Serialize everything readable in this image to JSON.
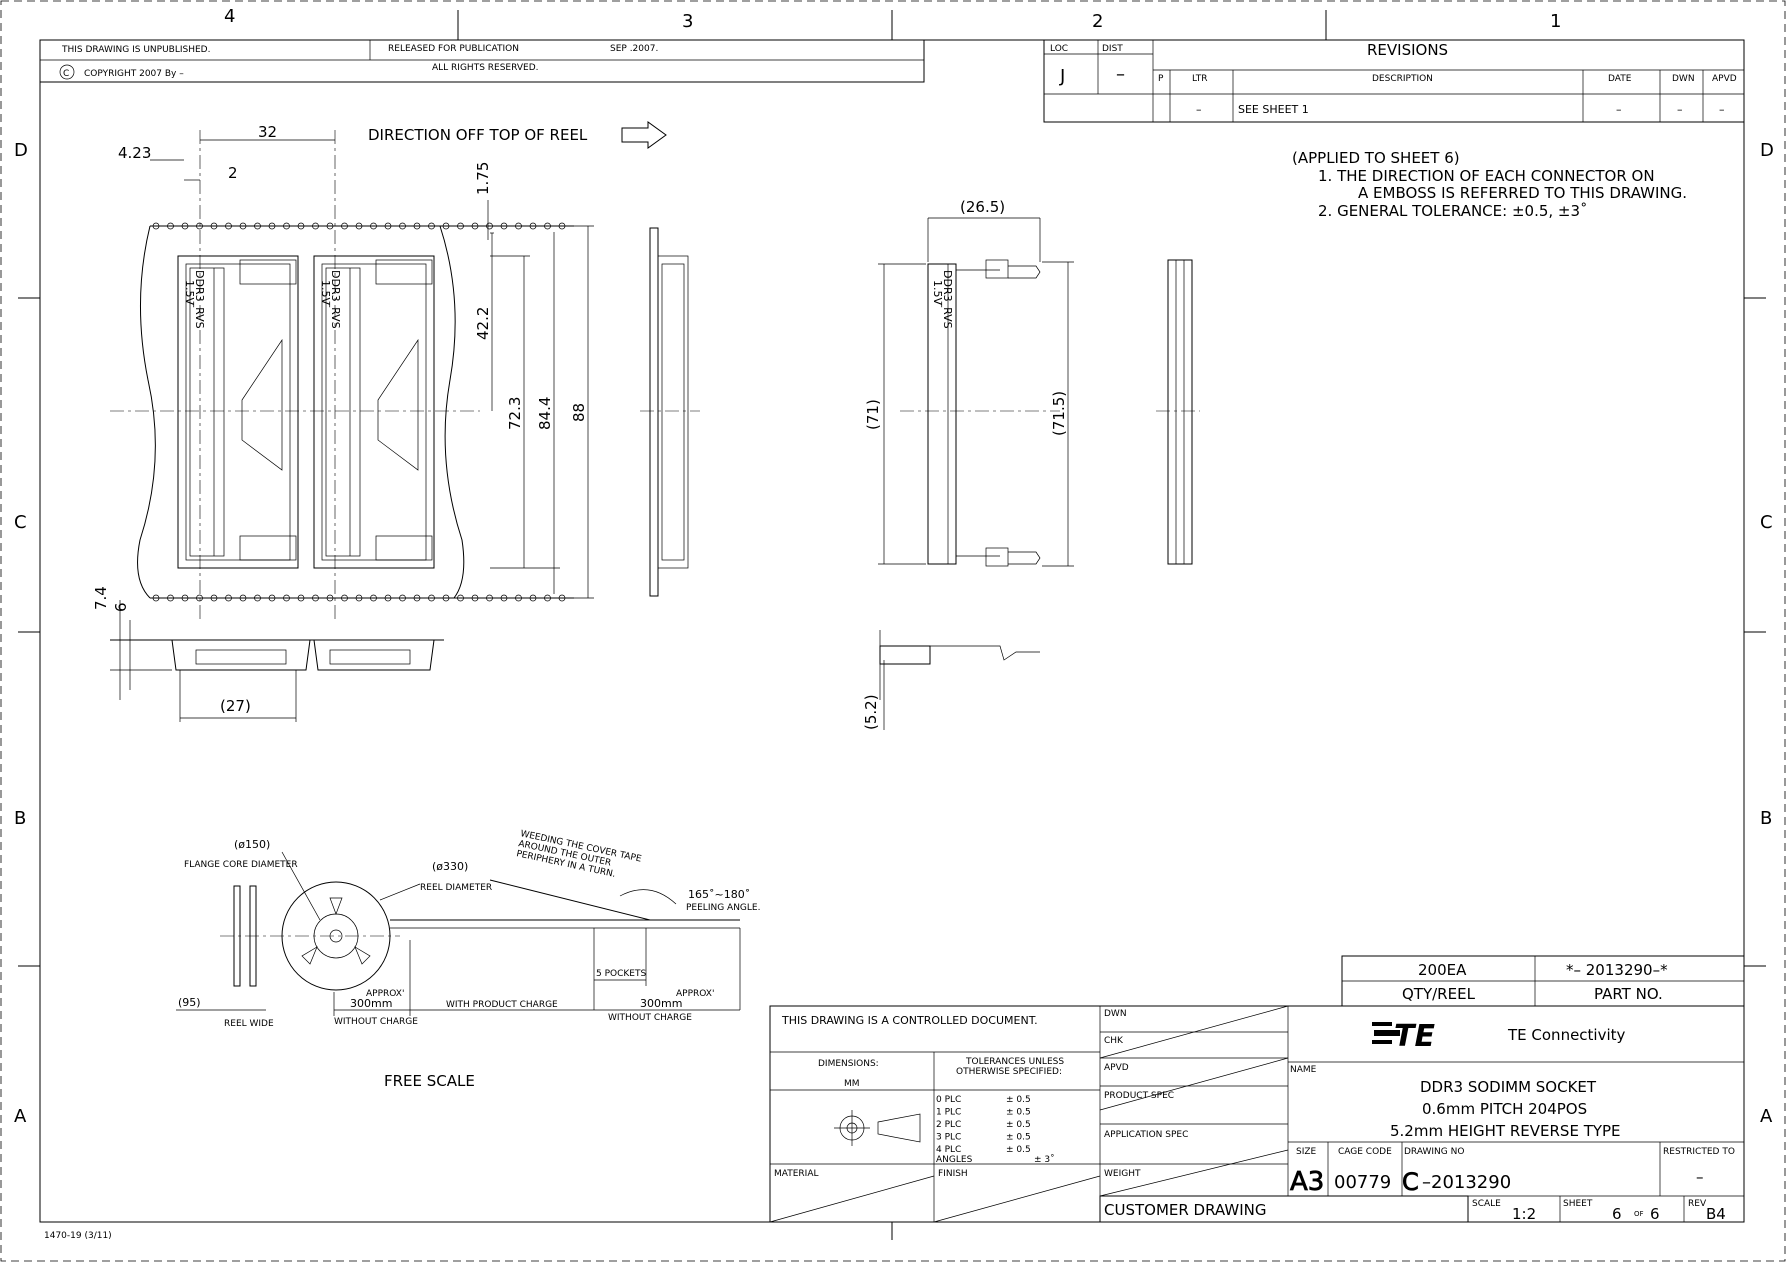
{
  "zones": {
    "top": [
      "4",
      "3",
      "2",
      "1"
    ],
    "side": [
      "D",
      "C",
      "B",
      "A"
    ]
  },
  "header": {
    "unpublished": "THIS DRAWING IS UNPUBLISHED.",
    "released": "RELEASED FOR PUBLICATION",
    "release_date": "SEP .2007.",
    "copyright": "COPYRIGHT  2007  By –",
    "rights": "ALL RIGHTS RESERVED.",
    "copyright_symbol": "C"
  },
  "revisions": {
    "title": "REVISIONS",
    "loc_label": "LOC",
    "loc_value": "J",
    "dist_label": "DIST",
    "dist_value": "–",
    "columns": [
      "P",
      "LTR",
      "DESCRIPTION",
      "DATE",
      "DWN",
      "APVD"
    ],
    "row": [
      "",
      "–",
      "SEE SHEET 1",
      "–",
      "–",
      "–"
    ]
  },
  "notes": {
    "heading": "(APPLIED TO SHEET 6)",
    "line1": "1. THE DIRECTION OF EACH CONNECTOR ON",
    "line1b": "A EMBOSS IS REFERRED TO THIS DRAWING.",
    "line2": "2. GENERAL TOLERANCE: ±0.5, ±3˚"
  },
  "views": {
    "direction": "DIRECTION OFF TOP OF REEL",
    "reel_dims": {
      "d32": "32",
      "d423": "4.23",
      "d2": "2",
      "d175": "1.75",
      "d422": "42.2",
      "d723": "72.3",
      "d844": "84.4",
      "d88": "88",
      "d74": "7.4",
      "d6": "6",
      "d27": "(27)"
    },
    "conn_dims": {
      "d265": "(26.5)",
      "d71": "(71)",
      "d715": "(71.5)",
      "d52": "(5.2)"
    },
    "part_label": "DDR3_RVS",
    "part_label2": "1.5V"
  },
  "reel": {
    "d150": "(ø150)",
    "flange": "FLANGE CORE DIAMETER",
    "d330": "(ø330)",
    "reel_diameter": "REEL DIAMETER",
    "weeding1": "WEEDING THE COVER TAPE",
    "weeding2": "AROUND THE OUTER",
    "weeding3": "PERIPHERY IN A TURN.",
    "angle": "165˚~180˚",
    "peeling": "PEELING ANGLE.",
    "pockets": "5 POCKETS",
    "d95": "(95)",
    "reel_wide": "REEL WIDE",
    "approx": "APPROX'",
    "len300": "300mm",
    "without_charge": "WITHOUT CHARGE",
    "with_product": "WITH PRODUCT CHARGE",
    "free_scale": "FREE SCALE"
  },
  "title_block": {
    "qty_value": "200EA",
    "part_value": "*– 2013290–*",
    "qty_label": "QTY/REEL",
    "part_label": "PART NO.",
    "controlled": "THIS DRAWING IS A CONTROLLED DOCUMENT.",
    "dimensions": "DIMENSIONS:",
    "units": "MM",
    "tol_head1": "TOLERANCES UNLESS",
    "tol_head2": "OTHERWISE SPECIFIED:",
    "tol_rows": [
      {
        "k": "0  PLC",
        "v": "± 0.5"
      },
      {
        "k": "1  PLC",
        "v": "± 0.5"
      },
      {
        "k": "2  PLC",
        "v": "± 0.5"
      },
      {
        "k": "3  PLC",
        "v": "± 0.5"
      },
      {
        "k": "4  PLC",
        "v": "± 0.5"
      }
    ],
    "angles": "ANGLES",
    "angles_val": "± 3˚",
    "material": "MATERIAL",
    "finish": "FINISH",
    "dwn": "DWN",
    "chk": "CHK",
    "apvd": "APVD",
    "product_spec": "PRODUCT SPEC",
    "application_spec": "APPLICATION  SPEC",
    "weight": "WEIGHT",
    "customer": "CUSTOMER DRAWING",
    "brand_logo": "TE",
    "brand": "TE Connectivity",
    "name_label": "NAME",
    "name1": "DDR3 SODIMM SOCKET",
    "name2": "0.6mm PITCH 204POS",
    "name3": "5.2mm HEIGHT REVERSE TYPE",
    "size_label": "SIZE",
    "size": "A3",
    "cage_label": "CAGE CODE",
    "cage": "00779",
    "dwgno_label": "DRAWING NO",
    "dwgno_prefix": "C",
    "dwgno": "–2013290",
    "restricted": "RESTRICTED TO",
    "restricted_val": "–",
    "scale_label": "SCALE",
    "scale": "1:2",
    "sheet_label": "SHEET",
    "sheet": "6",
    "of": "OF",
    "sheets": "6",
    "rev_label": "REV",
    "rev": "B4"
  },
  "form_no": "1470-19  (3/11)"
}
